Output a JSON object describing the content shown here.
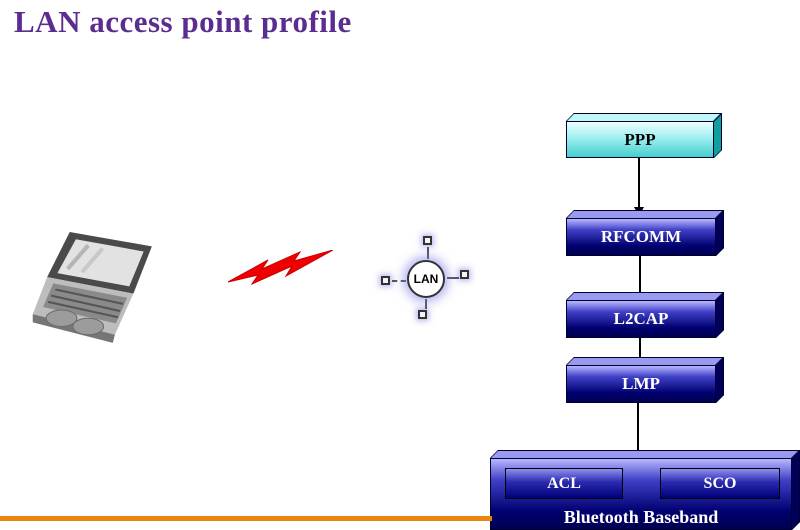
{
  "title": "LAN access point profile",
  "scene": {
    "lan": {
      "label": "LAN"
    }
  },
  "stack": {
    "ppp": "PPP",
    "rfcomm": "RFCOMM",
    "l2cap": "L2CAP",
    "lmp": "LMP",
    "acl": "ACL",
    "sco": "SCO",
    "baseband": "Bluetooth Baseband"
  },
  "colors": {
    "title": "#5c2d91",
    "ppp_face": "#9ff0f0",
    "stack_face": "#1a1aa6",
    "bolt": "#ee0000",
    "bottom_rule": "#e8860d"
  }
}
